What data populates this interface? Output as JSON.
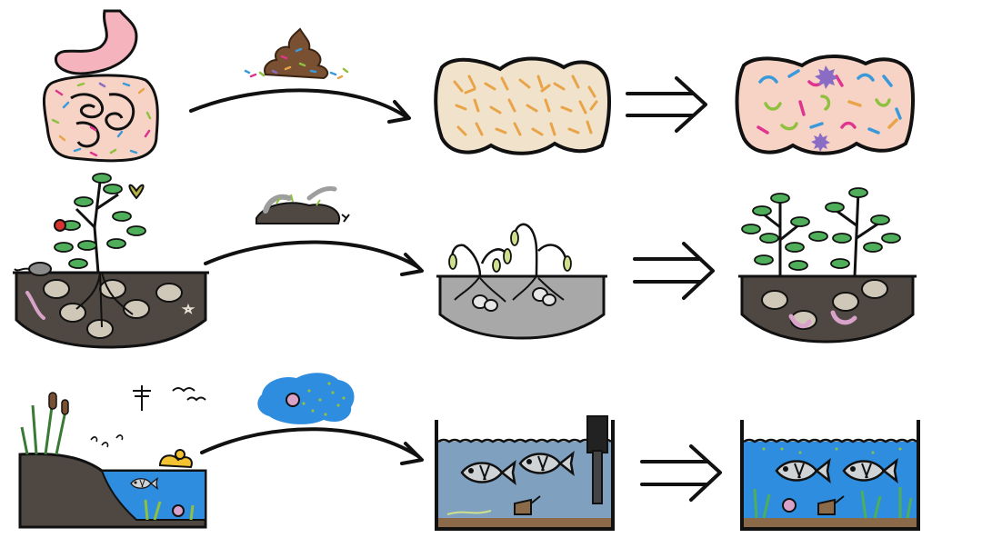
{
  "diagram": {
    "rows": [
      {
        "id": "gut",
        "source": "human-digestive-tract",
        "transfer": "fecal-microbiota-sample",
        "depleted": "depleted-gut-microbiome",
        "restored": "restored-diverse-gut-microbiome"
      },
      {
        "id": "soil",
        "source": "healthy-soil-ecosystem",
        "transfer": "soil-and-worm-sample",
        "depleted": "wilting-plants-in-sterile-soil",
        "restored": "healthy-plants-in-restored-soil"
      },
      {
        "id": "water",
        "source": "natural-pond-ecosystem",
        "transfer": "pond-water-sample",
        "depleted": "sterile-aquarium",
        "restored": "restored-planted-aquarium"
      }
    ],
    "colors": {
      "outline": "#111111",
      "stomach": "#f4b3bd",
      "gut_fill": "#f7d3c6",
      "depleted_fill": "#f1e2cc",
      "rod_orange": "#e8a446",
      "soil_dark": "#4f4842",
      "soil_grey": "#a8a8a8",
      "leaf_green": "#4fae5a",
      "water_blue": "#2f8de0",
      "tank_grey": "#7fa1bf",
      "microbe_pink": "#e0358f",
      "microbe_blue": "#3a9ad9",
      "microbe_green": "#8fc13f",
      "microbe_purple": "#8b6cc4",
      "duck_yellow": "#f2c230"
    }
  }
}
